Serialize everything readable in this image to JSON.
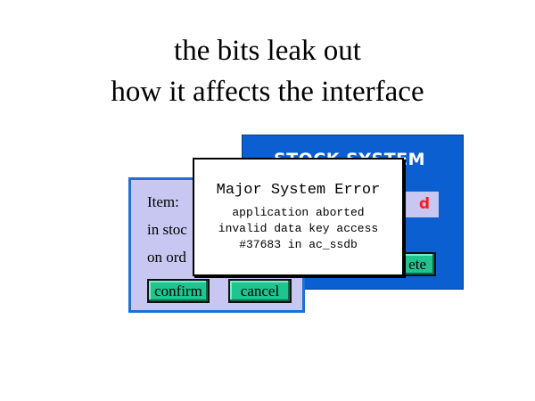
{
  "slide": {
    "title_line1": "the bits leak out",
    "title_line2": "how it affects the interface"
  },
  "stock_window": {
    "title": "STOCK SYSTEM",
    "field_value": "d",
    "delete_label": "ete",
    "background_color": "#0b5fd0",
    "field_text_color": "#ff1a1a"
  },
  "item_window": {
    "item_label": "Item:",
    "in_stock_label": "in stoc",
    "on_order_label": "on ord",
    "confirm_label": "confirm",
    "cancel_label": "cancel",
    "background_color": "#c7c7f2",
    "button_color": "#1fc48f"
  },
  "error_dialog": {
    "title": "Major System Error",
    "line1": "application aborted",
    "line2": "invalid data key access",
    "line3": "#37683 in ac_ssdb"
  }
}
